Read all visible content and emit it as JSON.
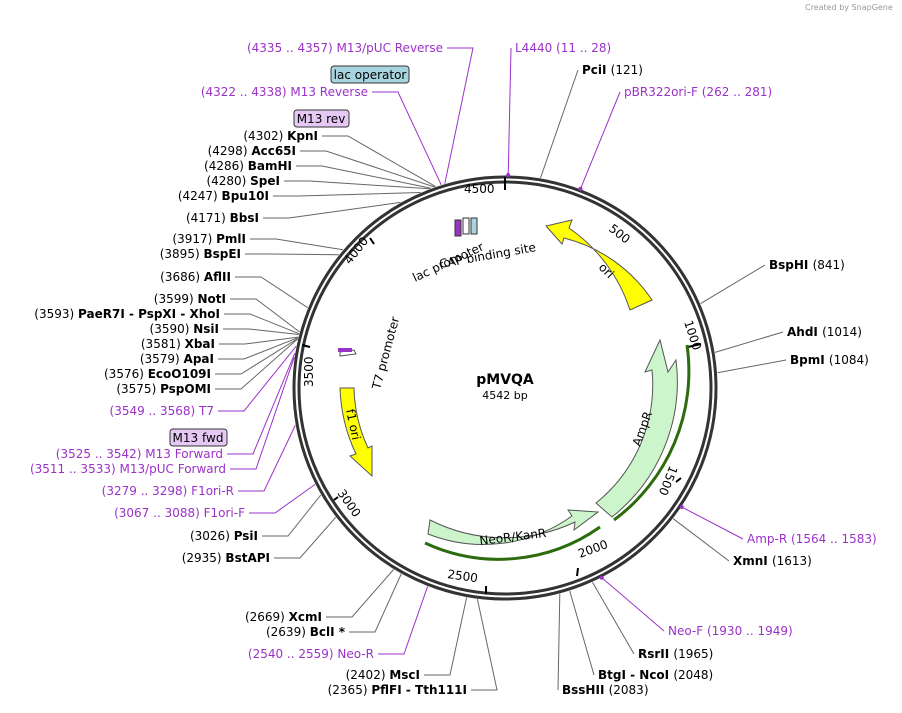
{
  "credit": "Created by SnapGene",
  "plasmid": {
    "name": "pMVQA",
    "length": "4542 bp"
  },
  "ticks": [
    "500",
    "1000",
    "1500",
    "2000",
    "2500",
    "3000",
    "3500",
    "4000",
    "4500"
  ],
  "features": {
    "ori": "ori",
    "ampr": "AmpR",
    "neo": "NeoR/KanR",
    "f1": "f1 ori",
    "t7p": "T7 promoter",
    "lacp": "lac promoter",
    "cap": "CAP binding site"
  },
  "boxed": {
    "lac_operator": "lac operator",
    "m13_rev": "M13 rev",
    "m13_fwd": "M13 fwd"
  },
  "left_labels": [
    {
      "pos": "(4335 .. 4357)",
      "name": "M13/pUC Reverse",
      "kind": "primer"
    },
    {
      "pos": "(4322 .. 4338)",
      "name": "M13 Reverse",
      "kind": "primer"
    },
    {
      "pos": "(4302)",
      "name": "KpnI",
      "kind": "enzyme"
    },
    {
      "pos": "(4298)",
      "name": "Acc65I",
      "kind": "enzyme"
    },
    {
      "pos": "(4286)",
      "name": "BamHI",
      "kind": "enzyme"
    },
    {
      "pos": "(4280)",
      "name": "SpeI",
      "kind": "enzyme"
    },
    {
      "pos": "(4247)",
      "name": "Bpu10I",
      "kind": "enzyme"
    },
    {
      "pos": "(4171)",
      "name": "BbsI",
      "kind": "enzyme"
    },
    {
      "pos": "(3917)",
      "name": "PmlI",
      "kind": "enzyme"
    },
    {
      "pos": "(3895)",
      "name": "BspEI",
      "kind": "enzyme"
    },
    {
      "pos": "(3686)",
      "name": "AflII",
      "kind": "enzyme"
    },
    {
      "pos": "(3599)",
      "name": "NotI",
      "kind": "enzyme"
    },
    {
      "pos": "(3593)",
      "name": "PaeR7I - PspXI - XhoI",
      "kind": "enzyme"
    },
    {
      "pos": "(3590)",
      "name": "NsiI",
      "kind": "enzyme"
    },
    {
      "pos": "(3581)",
      "name": "XbaI",
      "kind": "enzyme"
    },
    {
      "pos": "(3579)",
      "name": "ApaI",
      "kind": "enzyme"
    },
    {
      "pos": "(3576)",
      "name": "EcoO109I",
      "kind": "enzyme"
    },
    {
      "pos": "(3575)",
      "name": "PspOMI",
      "kind": "enzyme"
    },
    {
      "pos": "(3549 .. 3568)",
      "name": "T7",
      "kind": "primer"
    },
    {
      "pos": "(3525 .. 3542)",
      "name": "M13 Forward",
      "kind": "primer"
    },
    {
      "pos": "(3511 .. 3533)",
      "name": "M13/pUC Forward",
      "kind": "primer"
    },
    {
      "pos": "(3279 .. 3298)",
      "name": "F1ori-R",
      "kind": "primer"
    },
    {
      "pos": "(3067 .. 3088)",
      "name": "F1ori-F",
      "kind": "primer"
    },
    {
      "pos": "(3026)",
      "name": "PsiI",
      "kind": "enzyme"
    },
    {
      "pos": "(2935)",
      "name": "BstAPI",
      "kind": "enzyme"
    },
    {
      "pos": "(2669)",
      "name": "XcmI",
      "kind": "enzyme"
    },
    {
      "pos": "(2639)",
      "name": "BclI *",
      "kind": "enzyme"
    },
    {
      "pos": "(2540 .. 2559)",
      "name": "Neo-R",
      "kind": "primer"
    },
    {
      "pos": "(2402)",
      "name": "MscI",
      "kind": "enzyme"
    },
    {
      "pos": "(2365)",
      "name": "PflFI - Tth111I",
      "kind": "enzyme"
    }
  ],
  "right_labels": [
    {
      "name": "L4440",
      "pos": "(11 .. 28)",
      "kind": "primer"
    },
    {
      "name": "PciI",
      "pos": "(121)",
      "kind": "enzyme"
    },
    {
      "name": "pBR322ori-F",
      "pos": "(262 .. 281)",
      "kind": "primer"
    },
    {
      "name": "BspHI",
      "pos": "(841)",
      "kind": "enzyme"
    },
    {
      "name": "AhdI",
      "pos": "(1014)",
      "kind": "enzyme"
    },
    {
      "name": "BpmI",
      "pos": "(1084)",
      "kind": "enzyme"
    },
    {
      "name": "Amp-R",
      "pos": "(1564 .. 1583)",
      "kind": "primer"
    },
    {
      "name": "XmnI",
      "pos": "(1613)",
      "kind": "enzyme"
    },
    {
      "name": "Neo-F",
      "pos": "(1930 .. 1949)",
      "kind": "primer"
    },
    {
      "name": "RsrII",
      "pos": "(1965)",
      "kind": "enzyme"
    },
    {
      "name": "BtgI - NcoI",
      "pos": "(2048)",
      "kind": "enzyme"
    },
    {
      "name": "BssHII",
      "pos": "(2083)",
      "kind": "enzyme"
    }
  ],
  "colors": {
    "primer": "#9b32c8",
    "ori": "#ffff00",
    "cds": "#ccf5cc",
    "promoter": "#ffffff",
    "lac_operator": "#a8d4e0",
    "primer_box": "#e6c8f5"
  }
}
